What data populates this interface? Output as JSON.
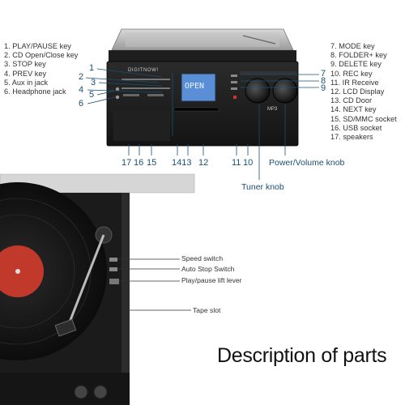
{
  "left_list": [
    "1.  PLAY/PAUSE key",
    "2.  CD Open/Close key",
    "3.  STOP key",
    "4.  PREV key",
    "5.  Aux in jack",
    "6.  Headphone jack"
  ],
  "right_list": [
    "7.  MODE key",
    "8.  FOLDER+ key",
    "9.  DELETE key",
    "10.  REC key",
    "11.  IR Receive",
    "12.  LCD Display",
    "13.  CD Door",
    "14.  NEXT key",
    "15.  SD/MMC socket",
    "16.  USB socket",
    "17.  speakers"
  ],
  "device": {
    "brand": "DIGITNOW!",
    "lcd_text": "OPEN",
    "mp3_label": "MP3"
  },
  "left_numbers": [
    "1",
    "2",
    "3",
    "4",
    "5",
    "6"
  ],
  "right_numbers": [
    "7",
    "8",
    "9"
  ],
  "bottom_numbers": [
    "17",
    "16",
    "15",
    "1413",
    "12",
    "11",
    "10"
  ],
  "callouts": {
    "power_volume": "Power/Volume knob",
    "tuner": "Tuner knob"
  },
  "turntable_labels": {
    "speed": "Speed switch",
    "auto_stop": "Auto Stop Switch",
    "lift": "Play/pause lift lever",
    "tape": "Tape slot"
  },
  "title": "Description of parts",
  "colors": {
    "accent": "#1a4f72",
    "lcd": "#5a8fd8",
    "device_body": "#1c1c1c"
  }
}
